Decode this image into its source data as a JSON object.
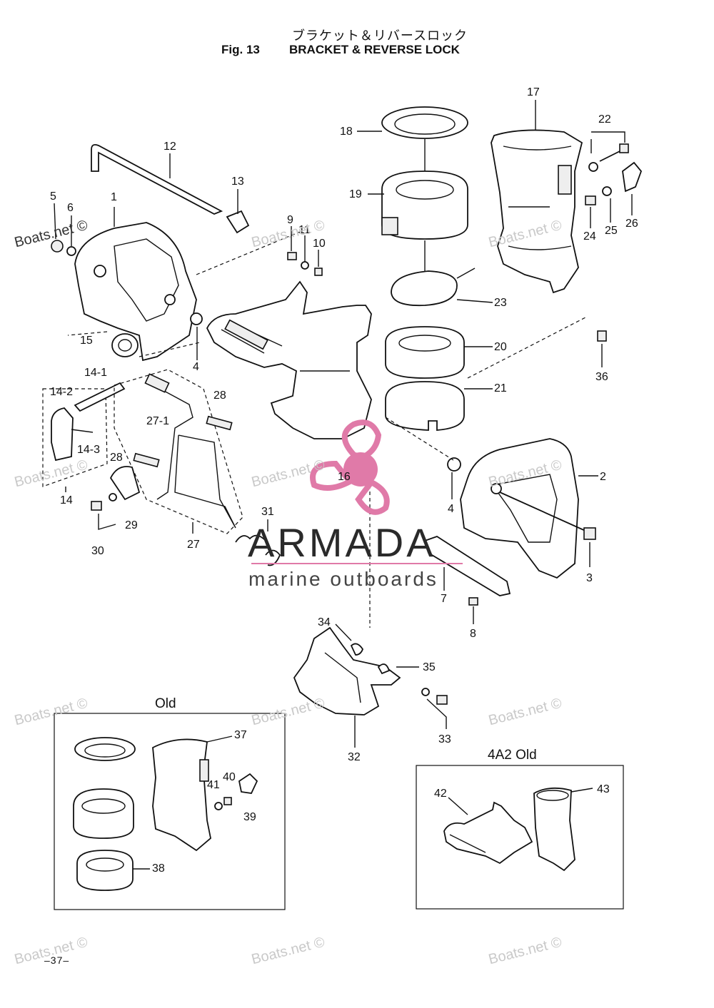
{
  "header": {
    "title_jp": "ブラケット＆リバースロック",
    "fig_number": "Fig. 13",
    "title": "BRACKET & REVERSE LOCK"
  },
  "watermarks": {
    "site": "Boats.net ©",
    "brand": "ARMADA",
    "tagline": "marine outboards"
  },
  "callouts": [
    "1",
    "2",
    "3",
    "4",
    "4",
    "5",
    "6",
    "7",
    "8",
    "9",
    "10",
    "11",
    "12",
    "13",
    "14",
    "14-1",
    "14-2",
    "14-3",
    "15",
    "16",
    "17",
    "18",
    "19",
    "20",
    "21",
    "22",
    "23",
    "24",
    "25",
    "26",
    "27",
    "27-1",
    "28",
    "28",
    "29",
    "30",
    "31",
    "32",
    "33",
    "34",
    "35",
    "36"
  ],
  "old_box": {
    "title": "Old",
    "callouts": [
      "37",
      "38",
      "39",
      "40",
      "41"
    ]
  },
  "old_4a2_box": {
    "title": "4A2 Old",
    "callouts": [
      "42",
      "43"
    ]
  },
  "page_number": "–37–",
  "colors": {
    "line": "#111111",
    "logo_pink": "#e07aa8",
    "watermark": "#c9c9c9"
  }
}
